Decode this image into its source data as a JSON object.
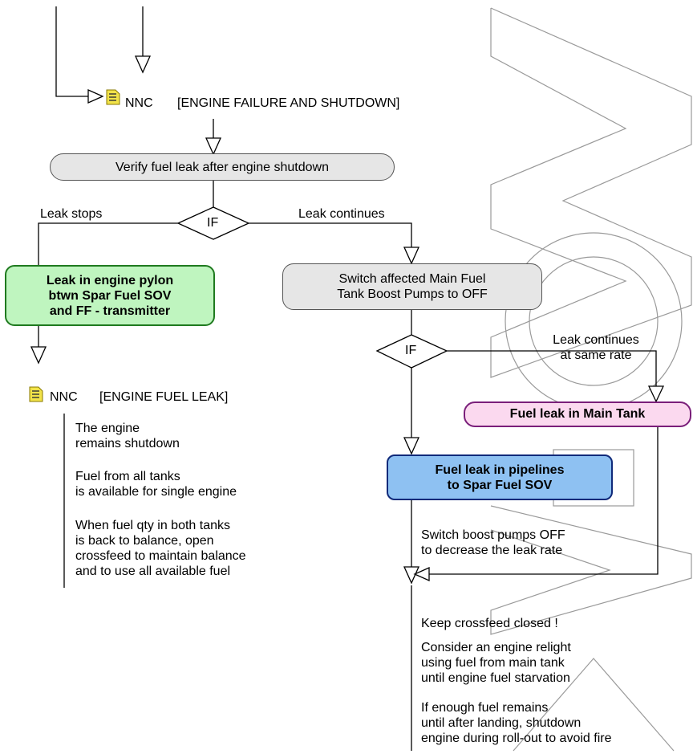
{
  "nnc1": {
    "label": "NNC",
    "title": "[ENGINE FAILURE AND SHUTDOWN]"
  },
  "verify_box": "Verify fuel leak after engine shutdown",
  "if1": {
    "label": "IF",
    "left_branch": "Leak stops",
    "right_branch": "Leak continues"
  },
  "green_box": "Leak in engine pylon\nbtwn Spar Fuel SOV\nand FF - transmitter",
  "nnc2": {
    "label": "NNC",
    "title": "[ENGINE FUEL LEAK]"
  },
  "leak_notes": [
    "The engine\nremains shutdown",
    "Fuel from all tanks\nis available for single engine",
    "When fuel qty in both tanks\nis back to balance, open\ncrossfeed to maintain balance\nand to use all available fuel"
  ],
  "switch_box": "Switch affected Main Fuel\nTank Boost Pumps to OFF",
  "if2": {
    "label": "IF",
    "right_branch": "Leak continues\nat same rate"
  },
  "pink_box": "Fuel leak in Main Tank",
  "blue_box": "Fuel leak in pipelines\nto Spar Fuel SOV",
  "boost_note": "Switch boost pumps OFF\nto decrease the leak rate",
  "final_notes": [
    "Keep crossfeed closed !",
    "Consider an engine relight\nusing fuel from main tank\nuntil engine fuel starvation",
    "If enough fuel remains\nuntil after landing, shutdown\nengine during roll-out to avoid fire"
  ],
  "colors": {
    "green_fill": "#bff5bf",
    "green_border": "#1f7a1f",
    "pink_fill": "#fbd9ef",
    "pink_border": "#7a1f7a",
    "blue_fill": "#8ec1f2",
    "blue_border": "#102a7a",
    "grey_fill": "#e6e6e6"
  },
  "icons": {
    "document": "document-icon"
  }
}
